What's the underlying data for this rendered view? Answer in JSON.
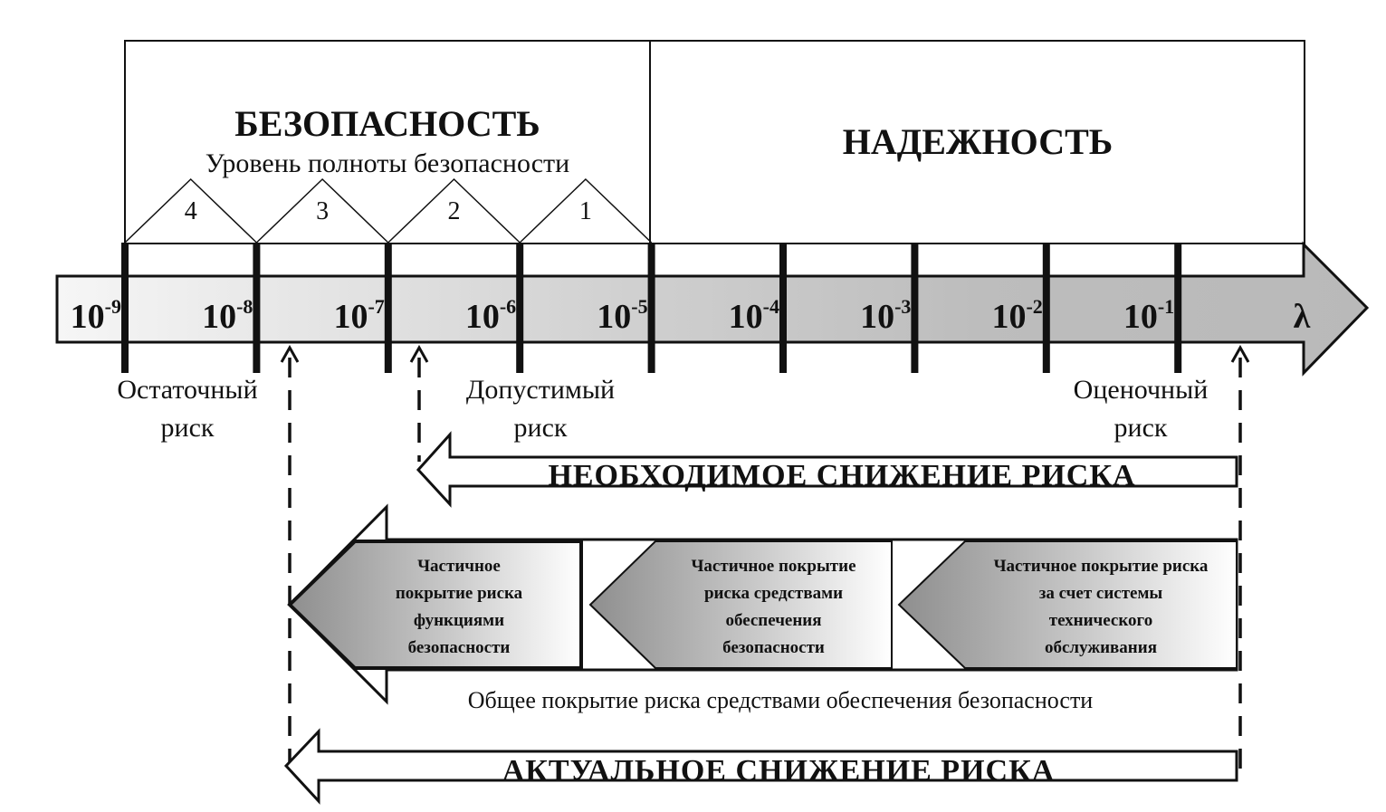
{
  "diagram": {
    "regions": {
      "safety": {
        "title": "БЕЗОПАСНОСТЬ",
        "subtitle": "Уровень полноты безопасности"
      },
      "reliability": {
        "title": "НАДЕЖНОСТЬ"
      }
    },
    "sil_levels": [
      "4",
      "3",
      "2",
      "1"
    ],
    "axis": {
      "ticks": [
        {
          "base": "10",
          "exp": "-9"
        },
        {
          "base": "10",
          "exp": "-8"
        },
        {
          "base": "10",
          "exp": "-7"
        },
        {
          "base": "10",
          "exp": "-6"
        },
        {
          "base": "10",
          "exp": "-5"
        },
        {
          "base": "10",
          "exp": "-4"
        },
        {
          "base": "10",
          "exp": "-3"
        },
        {
          "base": "10",
          "exp": "-2"
        },
        {
          "base": "10",
          "exp": "-1"
        }
      ],
      "variable": "λ"
    },
    "risk_labels": {
      "residual": [
        "Остаточный",
        "риск"
      ],
      "tolerable": [
        "Допустимый",
        "риск"
      ],
      "estimated": [
        "Оценочный",
        "риск"
      ]
    },
    "banners": {
      "required_reduction": "НЕОБХОДИМОЕ  СНИЖЕНИЕ  РИСКА",
      "actual_reduction": "АКТУАЛЬНОЕ  СНИЖЕНИЕ  РИСКА"
    },
    "partial_coverage": [
      {
        "lines": [
          "Частичное",
          "покрытие риска",
          "функциями",
          "безопасности"
        ]
      },
      {
        "lines": [
          "Частичное покрытие",
          "риска средствами",
          "обеспечения",
          "безопасности"
        ]
      },
      {
        "lines": [
          "Частичное покрытие риска",
          "за счет системы",
          "технического",
          "обслуживания"
        ]
      }
    ],
    "total_coverage_caption": "Общее покрытие риска средствами обеспечения безопасности",
    "colors": {
      "line": "#111111",
      "axis_light": "#f4f4f4",
      "axis_dark": "#b8b8b8",
      "box_dark": "#9c9c9c",
      "box_light": "#ffffff"
    }
  }
}
